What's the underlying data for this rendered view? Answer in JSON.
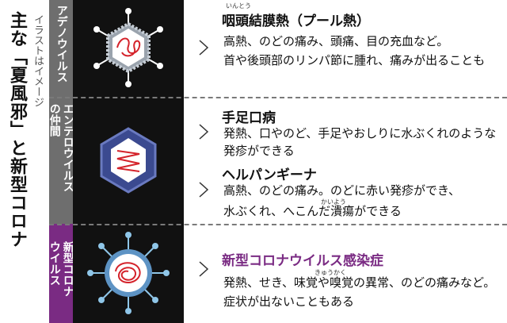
{
  "heading": {
    "title": "主な「夏風邪」と新型コロナ",
    "note": "イラストはイメージ"
  },
  "groups": [
    {
      "label_lines": [
        "アデノウイルス"
      ],
      "diseases": [
        {
          "name": "咽頭結膜熱（プール熱）",
          "reading": "いんとう",
          "lines": [
            "高熱、のどの痛み、頭痛、目の充血など。",
            "首や後頭部のリンパ節に腫れ、痛みが出ることも"
          ]
        }
      ]
    },
    {
      "label_lines": [
        "エンテロウイルス",
        "の仲間"
      ],
      "diseases": [
        {
          "name": "手足口病",
          "lines": [
            "発熱、口やのど、手足やおしりに水ぶくれのような",
            "発疹ができる"
          ]
        },
        {
          "name": "ヘルパンギーナ",
          "reading": "かいよう",
          "lines": [
            "高熱、のどの痛み。のどに赤い発疹ができ、",
            "水ぶくれ、へこんだ潰瘍ができる"
          ]
        }
      ]
    },
    {
      "label_lines": [
        "新型コロナ",
        "ウイルス"
      ],
      "diseases": [
        {
          "name": "新型コロナウイルス感染症",
          "reading": "きゅうかく",
          "lines": [
            "発熱、せき、味覚や嗅覚の異常、のどの痛みなど。",
            "症状が出ないこともある"
          ]
        }
      ]
    }
  ],
  "colors": {
    "label_gray": "#6e6e6e",
    "label_purple": "#7a2b83",
    "image_bg": "#111111",
    "virus_red": "#d4232b"
  },
  "icons": [
    "adenovirus-icon",
    "enterovirus-icon",
    "coronavirus-icon",
    "chevron-right-icon"
  ]
}
